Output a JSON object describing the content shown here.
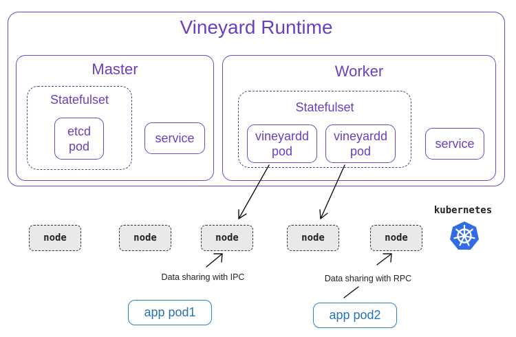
{
  "runtime": {
    "title": "Vineyard Runtime"
  },
  "master": {
    "title": "Master",
    "statefulset_label": "Statefulset",
    "etcd_pod": "etcd\npod",
    "service": "service"
  },
  "worker": {
    "title": "Worker",
    "statefulset_label": "Statefulset",
    "vineyardd_pod_1": "vineyardd\npod",
    "vineyardd_pod_2": "vineyardd\npod",
    "service": "service"
  },
  "nodes": [
    "node",
    "node",
    "node",
    "node",
    "node"
  ],
  "kubernetes": {
    "label": "kubernetes",
    "icon": "kubernetes-helm-icon"
  },
  "captions": {
    "ipc": "Data sharing with IPC",
    "rpc": "Data sharing with RPC"
  },
  "apps": {
    "app1": "app pod1",
    "app2": "app pod2"
  },
  "colors": {
    "purple": "#6e46c2",
    "blue": "#2d82c4",
    "k8s": "#326ce5"
  }
}
